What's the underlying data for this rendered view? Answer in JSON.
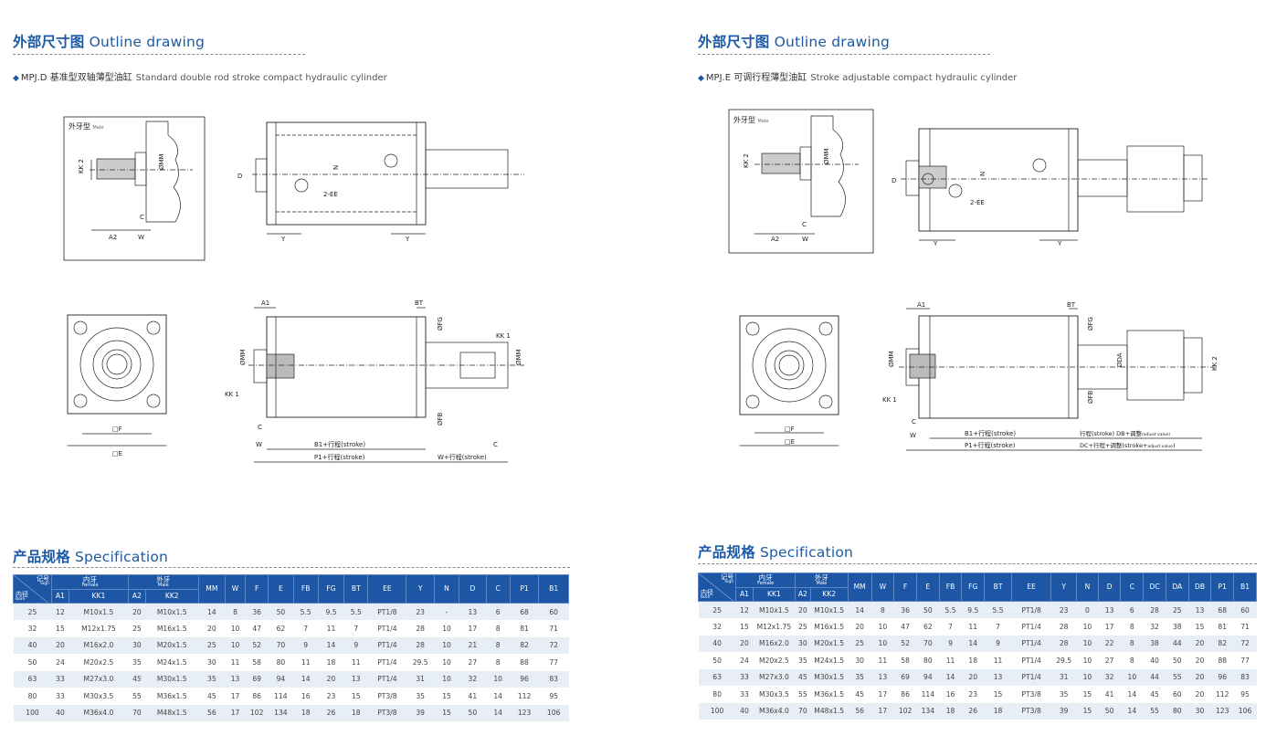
{
  "left": {
    "outline": {
      "zh": "外部尺寸图",
      "en": "Outline drawing"
    },
    "model": {
      "code": "MPJ.D",
      "zh": "基准型双轴薄型油缸",
      "en": "Standard double rod stroke compact hydraulic cylinder"
    },
    "labels": {
      "male_zh": "外牙型",
      "male_en": "Male",
      "kk2": "KK 2",
      "mm": "ØMM",
      "c": "C",
      "w": "W",
      "a2": "A2",
      "d": "D",
      "n": "N",
      "ee": "2-EE",
      "y": "Y",
      "a1": "A1",
      "bt": "BT",
      "kk1": "KK 1",
      "fg": "ØFG",
      "fb": "ØFB",
      "f": "□F",
      "e": "□E",
      "b1": "B1+行程(stroke)",
      "p1": "P1+行程(stroke)",
      "wstroke": "W+行程(stroke)"
    },
    "spec_title": {
      "zh": "产品规格",
      "en": "Specification"
    },
    "table": {
      "corner_sign_zh": "记号",
      "corner_sign_en": "Sign",
      "corner_bore_zh": "内径",
      "corner_bore_en": "Bore",
      "female_zh": "内牙",
      "female_en": "Female",
      "male_zh": "外牙",
      "male_en": "Male",
      "sub_headers": [
        "A1",
        "KK1",
        "A2",
        "KK2"
      ],
      "headers": [
        "MM",
        "W",
        "F",
        "E",
        "FB",
        "FG",
        "BT",
        "EE",
        "Y",
        "N",
        "D",
        "C",
        "P1",
        "B1"
      ],
      "rows": [
        [
          "25",
          "12",
          "M10x1.5",
          "20",
          "M10x1.5",
          "14",
          "8",
          "36",
          "50",
          "5.5",
          "9.5",
          "5.5",
          "PT1/8",
          "23",
          "-",
          "13",
          "6",
          "68",
          "60"
        ],
        [
          "32",
          "15",
          "M12x1.75",
          "25",
          "M16x1.5",
          "20",
          "10",
          "47",
          "62",
          "7",
          "11",
          "7",
          "PT1/4",
          "28",
          "10",
          "17",
          "8",
          "81",
          "71"
        ],
        [
          "40",
          "20",
          "M16x2.0",
          "30",
          "M20x1.5",
          "25",
          "10",
          "52",
          "70",
          "9",
          "14",
          "9",
          "PT1/4",
          "28",
          "10",
          "21",
          "8",
          "82",
          "72"
        ],
        [
          "50",
          "24",
          "M20x2.5",
          "35",
          "M24x1.5",
          "30",
          "11",
          "58",
          "80",
          "11",
          "18",
          "11",
          "PT1/4",
          "29.5",
          "10",
          "27",
          "8",
          "88",
          "77"
        ],
        [
          "63",
          "33",
          "M27x3.0",
          "45",
          "M30x1.5",
          "35",
          "13",
          "69",
          "94",
          "14",
          "20",
          "13",
          "PT1/4",
          "31",
          "10",
          "32",
          "10",
          "96",
          "83"
        ],
        [
          "80",
          "33",
          "M30x3.5",
          "55",
          "M36x1.5",
          "45",
          "17",
          "86",
          "114",
          "16",
          "23",
          "15",
          "PT3/8",
          "35",
          "15",
          "41",
          "14",
          "112",
          "95"
        ],
        [
          "100",
          "40",
          "M36x4.0",
          "70",
          "M48x1.5",
          "56",
          "17",
          "102",
          "134",
          "18",
          "26",
          "18",
          "PT3/8",
          "39",
          "15",
          "50",
          "14",
          "123",
          "106"
        ]
      ]
    }
  },
  "right": {
    "outline": {
      "zh": "外部尺寸图",
      "en": "Outline drawing"
    },
    "model": {
      "code": "MPJ.E",
      "zh": "可调行程薄型油缸",
      "en": "Stroke adjustable compact hydraulic cylinder"
    },
    "labels": {
      "male_zh": "外牙型",
      "male_en": "Male",
      "kk2": "KK 2",
      "mm": "ØMM",
      "c": "C",
      "w": "W",
      "a2": "A2",
      "d": "D",
      "n": "N",
      "ee": "2-EE",
      "y": "Y",
      "a1": "A1",
      "bt": "BT",
      "kk1": "KK 1",
      "fg": "ØFG",
      "fb": "ØFB",
      "da": "ØDA",
      "f": "□F",
      "e": "□E",
      "b1": "B1+行程(stroke)",
      "p1": "P1+行程(stroke)",
      "stroke": "行程(stroke)",
      "db": "DB+调整",
      "db_adj": "(adjust value)",
      "dc": "DC+行程+调整(stroke+",
      "dc_adj": "adjust value",
      "dc_end": ")"
    },
    "spec_title": {
      "zh": "产品规格",
      "en": "Specification"
    },
    "table": {
      "corner_sign_zh": "记号",
      "corner_sign_en": "Sign",
      "corner_bore_zh": "内径",
      "corner_bore_en": "Bore",
      "female_zh": "内牙",
      "female_en": "Female",
      "male_zh": "外牙",
      "male_en": "Male",
      "sub_headers": [
        "A1",
        "KK1",
        "A2",
        "KK2"
      ],
      "headers": [
        "MM",
        "W",
        "F",
        "E",
        "FB",
        "FG",
        "BT",
        "EE",
        "Y",
        "N",
        "D",
        "C",
        "DC",
        "DA",
        "DB",
        "P1",
        "B1"
      ],
      "rows": [
        [
          "25",
          "12",
          "M10x1.5",
          "20",
          "M10x1.5",
          "14",
          "8",
          "36",
          "50",
          "5.5",
          "9.5",
          "5.5",
          "PT1/8",
          "23",
          "0",
          "13",
          "6",
          "28",
          "25",
          "13",
          "68",
          "60"
        ],
        [
          "32",
          "15",
          "M12x1.75",
          "25",
          "M16x1.5",
          "20",
          "10",
          "47",
          "62",
          "7",
          "11",
          "7",
          "PT1/4",
          "28",
          "10",
          "17",
          "8",
          "32",
          "38",
          "15",
          "81",
          "71"
        ],
        [
          "40",
          "20",
          "M16x2.0",
          "30",
          "M20x1.5",
          "25",
          "10",
          "52",
          "70",
          "9",
          "14",
          "9",
          "PT1/4",
          "28",
          "10",
          "22",
          "8",
          "38",
          "44",
          "20",
          "82",
          "72"
        ],
        [
          "50",
          "24",
          "M20x2.5",
          "35",
          "M24x1.5",
          "30",
          "11",
          "58",
          "80",
          "11",
          "18",
          "11",
          "PT1/4",
          "29.5",
          "10",
          "27",
          "8",
          "40",
          "50",
          "20",
          "88",
          "77"
        ],
        [
          "63",
          "33",
          "M27x3.0",
          "45",
          "M30x1.5",
          "35",
          "13",
          "69",
          "94",
          "14",
          "20",
          "13",
          "PT1/4",
          "31",
          "10",
          "32",
          "10",
          "44",
          "55",
          "20",
          "96",
          "83"
        ],
        [
          "80",
          "33",
          "M30x3.5",
          "55",
          "M36x1.5",
          "45",
          "17",
          "86",
          "114",
          "16",
          "23",
          "15",
          "PT3/8",
          "35",
          "15",
          "41",
          "14",
          "45",
          "60",
          "20",
          "112",
          "95"
        ],
        [
          "100",
          "40",
          "M36x4.0",
          "70",
          "M48x1.5",
          "56",
          "17",
          "102",
          "134",
          "18",
          "26",
          "18",
          "PT3/8",
          "39",
          "15",
          "50",
          "14",
          "55",
          "80",
          "30",
          "123",
          "106"
        ]
      ]
    }
  }
}
